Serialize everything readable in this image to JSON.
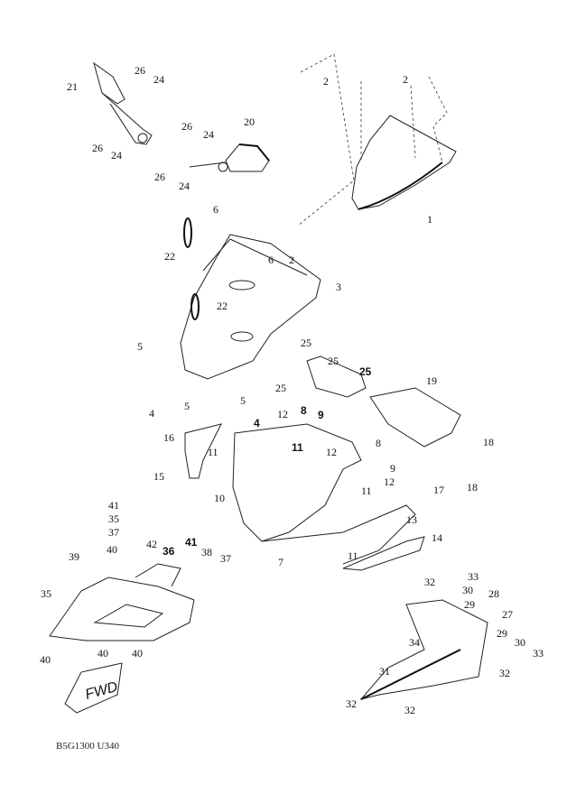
{
  "diagram": {
    "callouts": [
      "21",
      "26",
      "24",
      "26",
      "24",
      "26",
      "24",
      "20",
      "26",
      "24",
      "2",
      "2",
      "1",
      "3",
      "6",
      "22",
      "22",
      "6",
      "2",
      "5",
      "4",
      "5",
      "25",
      "25",
      "25",
      "25",
      "5",
      "4",
      "12",
      "8",
      "9",
      "11",
      "11",
      "16",
      "15",
      "10",
      "12",
      "8",
      "9",
      "12",
      "11",
      "7",
      "11",
      "13",
      "14",
      "19",
      "18",
      "18",
      "17",
      "41",
      "35",
      "37",
      "40",
      "42",
      "36",
      "41",
      "38",
      "37",
      "39",
      "35",
      "40",
      "40",
      "40",
      "32",
      "33",
      "30",
      "29",
      "28",
      "27",
      "34",
      "29",
      "30",
      "33",
      "31",
      "32",
      "32",
      "32"
    ],
    "fwd_label": "FWD",
    "diagram_code": "B5G1300 U340"
  }
}
